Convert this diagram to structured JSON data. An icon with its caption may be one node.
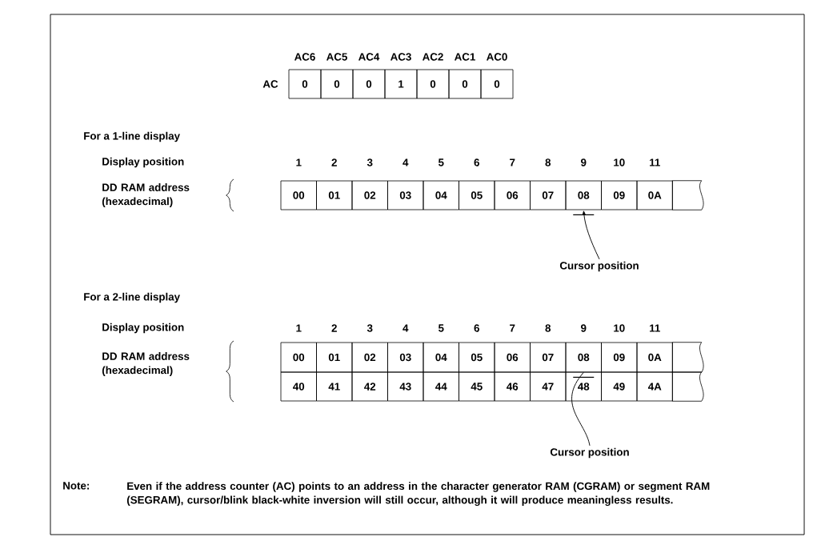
{
  "diagram": {
    "nodes": [
      {
        "text": [
          "0"
        ]
      },
      {
        "text": [
          "0"
        ]
      },
      {
        "text": [
          "0"
        ]
      },
      {
        "text": [
          "1"
        ]
      },
      {
        "text": [
          "0"
        ]
      },
      {
        "text": [
          "0"
        ]
      },
      {
        "text": [
          "0"
        ]
      },
      {
        "text": [
          "00"
        ]
      },
      {
        "text": [
          "01"
        ]
      },
      {
        "text": [
          "02"
        ]
      },
      {
        "text": [
          "03"
        ]
      },
      {
        "text": [
          "04"
        ]
      },
      {
        "text": [
          "05"
        ]
      },
      {
        "text": [
          "06"
        ]
      },
      {
        "text": [
          "07"
        ]
      },
      {
        "text": [
          "08"
        ]
      },
      {
        "text": [
          "09"
        ]
      },
      {
        "text": [
          "0A"
        ]
      },
      {
        "text": [],
        "shape": "box"
      },
      {
        "text": [
          "Cursor position"
        ]
      },
      {
        "text": [
          "00"
        ]
      },
      {
        "text": [
          "01"
        ]
      },
      {
        "text": [
          "02"
        ]
      },
      {
        "text": [
          "03"
        ]
      },
      {
        "text": [
          "04"
        ]
      },
      {
        "text": [
          "05"
        ]
      },
      {
        "text": [
          "06"
        ]
      },
      {
        "text": [
          "07"
        ]
      },
      {
        "text": [
          "08"
        ]
      },
      {
        "text": [
          "09"
        ]
      },
      {
        "text": [
          "0A"
        ]
      },
      {
        "text": [],
        "shape": "box"
      },
      {
        "text": [
          "40"
        ]
      },
      {
        "text": [
          "41"
        ]
      },
      {
        "text": [
          "42"
        ]
      },
      {
        "text": [
          "43"
        ]
      },
      {
        "text": [
          "44"
        ]
      },
      {
        "text": [
          "45"
        ]
      },
      {
        "text": [
          "46"
        ]
      },
      {
        "text": [
          "47"
        ]
      },
      {
        "text": [
          "48"
        ]
      },
      {
        "text": [
          "49"
        ]
      },
      {
        "text": [
          "4A"
        ]
      },
      {
        "text": [],
        "shape": "box"
      },
      {
        "text": [
          "Cursor position"
        ]
      }
    ],
    "edges": [
      {
        "from": 19,
        "to": 15,
        "arrow": "to"
      },
      {
        "from": 44,
        "to": 28,
        "arrow": "none"
      }
    ],
    "labels": [
      "AC6",
      "AC5",
      "AC4",
      "AC3",
      "AC2",
      "AC1",
      "AC0",
      "AC",
      "For a 1-line display",
      "Display position",
      "1",
      "2",
      "3",
      "4",
      "5",
      "6",
      "7",
      "8",
      "9",
      "10",
      "11",
      "DD RAM address (hexadecimal)",
      "For a 2-line display",
      "Display position",
      "1",
      "2",
      "3",
      "4",
      "5",
      "6",
      "7",
      "8",
      "9",
      "10",
      "11",
      "DD RAM address (hexadecimal)",
      "Note:",
      "Even if the address counter (AC) points to an address in the character generator RAM (CGRAM) or segment RAM (SEGRAM), cursor/blink black-white inversion will still occur, although it will produce meaningless results."
    ]
  }
}
